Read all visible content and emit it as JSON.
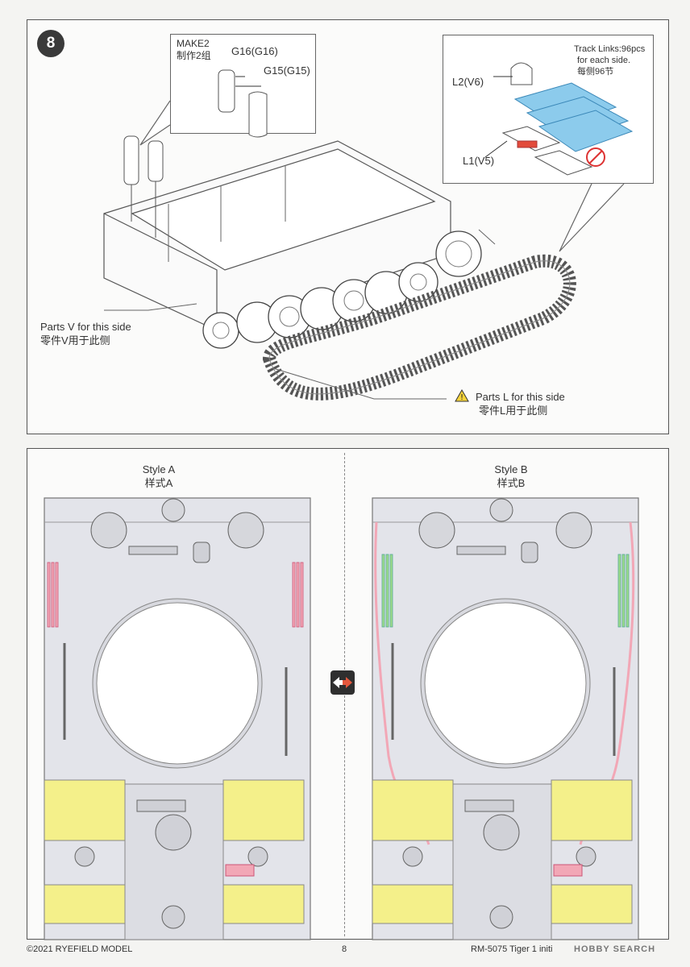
{
  "step": {
    "number": "8",
    "make_note": {
      "title": "MAKE2",
      "title_cn": "制作2组"
    },
    "parts": {
      "g16": "G16(G16)",
      "g15": "G15(G15)"
    },
    "track_note": {
      "line1": "Track Links:96pcs",
      "line2": "for each side.",
      "line3": "每侧96节",
      "l2": "L2(V6)",
      "l1": "L1(V5)"
    },
    "parts_v": {
      "en": "Parts V for this side",
      "cn": "零件V用于此侧"
    },
    "parts_l": {
      "en": "Parts L for this side",
      "cn": "零件L用于此侧"
    },
    "warning_icon": "warning-triangle-icon"
  },
  "styles": {
    "a": {
      "en": "Style A",
      "cn": "样式A"
    },
    "b": {
      "en": "Style B",
      "cn": "样式B"
    },
    "swap_icon": "swap-arrows-icon",
    "colors": {
      "grille": "#f4f08a",
      "rods_a": "#f2a7b6",
      "rods_b": "#9fdc8a",
      "cable": "#f2a7b6",
      "plate": "#e3e4ea"
    }
  },
  "footer": {
    "copyright": "©2021 RYEFIELD MODEL",
    "page": "8",
    "product": "RM-5075  Tiger 1 initi",
    "watermark": "HOBBY SEARCH"
  }
}
